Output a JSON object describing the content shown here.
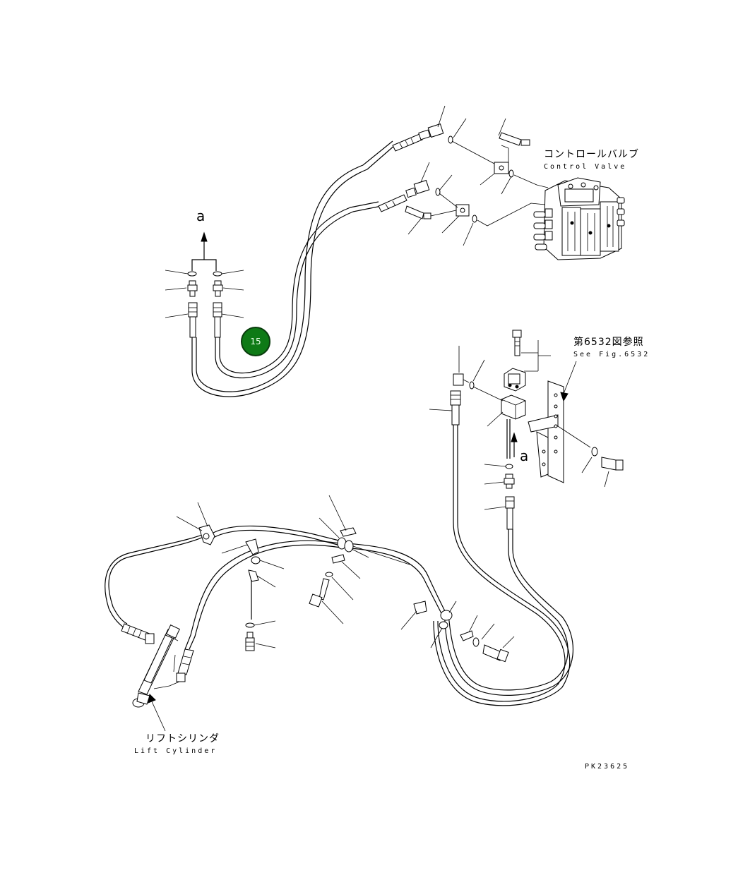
{
  "labels": {
    "control_valve_jp": "コントロールバルブ",
    "control_valve_en": "Control Valve",
    "see_fig_jp": "第6532図参照",
    "see_fig_en": "See Fig.6532",
    "lift_cylinder_jp": "リフトシリンダ",
    "lift_cylinder_en": "Lift Cylinder",
    "ref_a_top": "a",
    "ref_a_right": "a",
    "drawing_code": "PK23625"
  },
  "callout": {
    "number": "15",
    "color": "#0e7a16"
  }
}
